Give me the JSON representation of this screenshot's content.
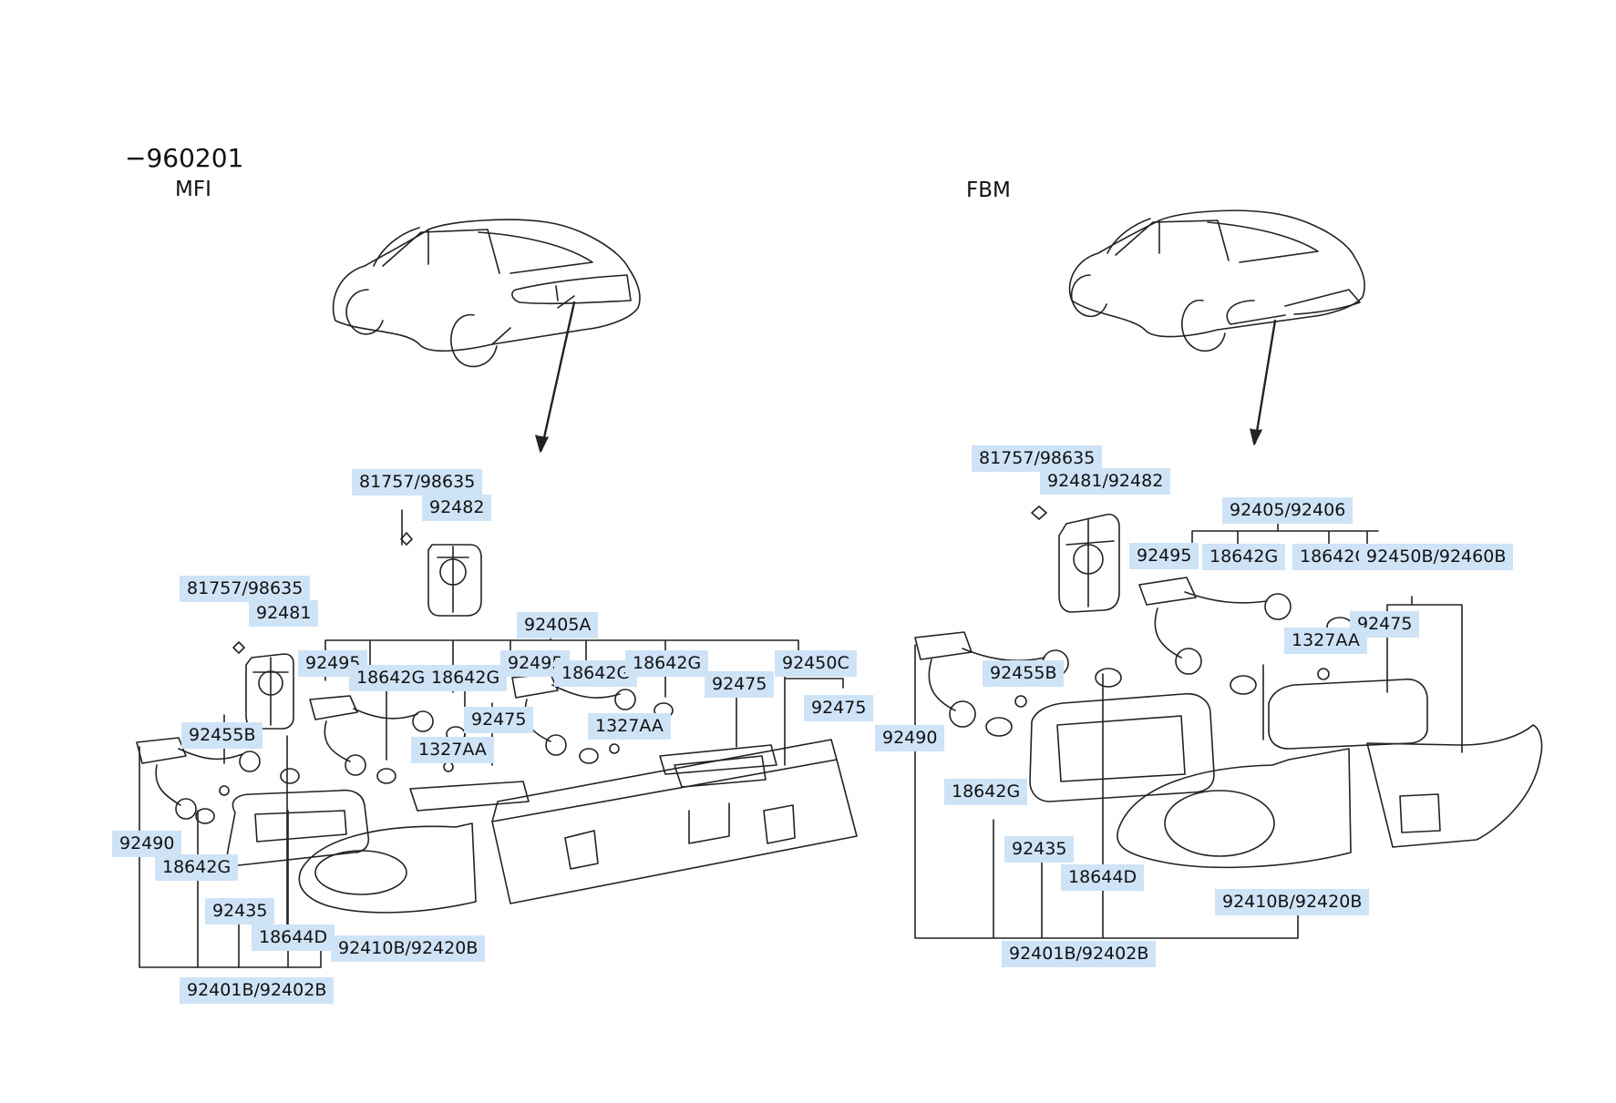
{
  "header": {
    "serial_range": "−960201",
    "left_variant": "MFI",
    "right_variant": "FBM"
  },
  "left_labels": [
    "81757/98635",
    "92482",
    "81757/98635",
    "92481",
    "92405A",
    "92495",
    "18642G",
    "18642G",
    "92495",
    "18642G",
    "18642G",
    "92450C",
    "92475",
    "92475",
    "92475",
    "92455B",
    "1327AA",
    "1327AA",
    "92490",
    "18642G",
    "92435",
    "18644D",
    "92410B/92420B",
    "92401B/92402B"
  ],
  "right_labels": [
    "81757/98635",
    "92481/92482",
    "92405/92406",
    "92495",
    "18642G",
    "18642G",
    "92450B/92460B",
    "92475",
    "1327AA",
    "92455B",
    "92490",
    "18642G",
    "92435",
    "18644D",
    "92410B/92420B",
    "92401B/92402B"
  ],
  "colors": {
    "label_bg": "#cfe3f7",
    "line": "#222222",
    "background": "#ffffff"
  }
}
